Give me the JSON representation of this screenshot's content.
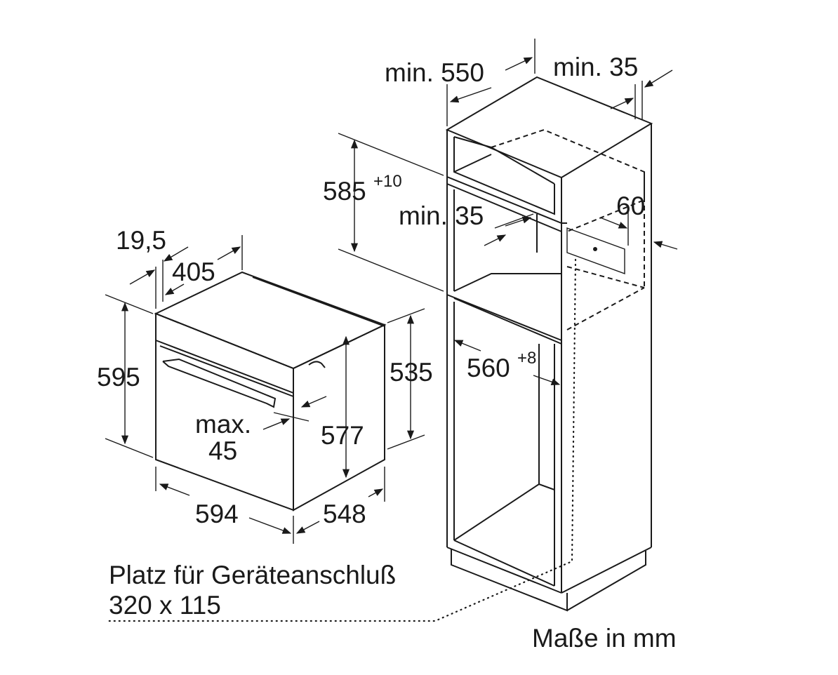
{
  "labels": {
    "cab_depth": "min. 550",
    "cab_top_gap": "min. 35",
    "cab_height": "585",
    "cab_height_tol": "+10",
    "cab_shelf_gap": "min. 35",
    "cab_vent": "60",
    "cab_width": "560",
    "cab_width_tol": "+8",
    "oven_front": "19,5",
    "oven_top_depth": "405",
    "oven_height": "595",
    "oven_body_height": "535",
    "oven_inner_height": "577",
    "oven_handle_label": "max.",
    "oven_handle_value": "45",
    "oven_width": "594",
    "oven_depth": "548",
    "connection_note": "Platz für Geräteanschluß",
    "connection_size": "320 x 115",
    "units": "Maße in mm"
  },
  "colors": {
    "ink": "#1a1a1a",
    "background": "#ffffff"
  }
}
